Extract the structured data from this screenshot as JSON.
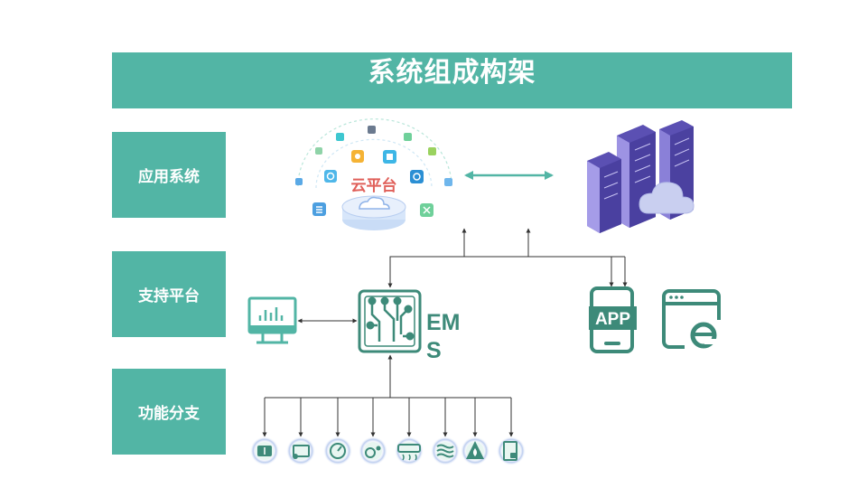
{
  "title": "系统组成构架",
  "layers": {
    "app": "应用系统",
    "support": "支持平台",
    "function": "功能分支"
  },
  "cloud": {
    "label": "云平台",
    "icons": [
      "grid-icon",
      "chat-icon",
      "settings-icon",
      "layout-icon",
      "wallet-icon",
      "flower-icon",
      "search-icon",
      "shield-icon",
      "user-icon",
      "wifi-icon",
      "menu-icon",
      "swap-icon",
      "cloud-icon"
    ]
  },
  "ems": {
    "label": "EMS"
  },
  "app_badge": "APP",
  "colors": {
    "primary": "#52b5a5",
    "dark_green": "#3d8a79",
    "server": "#6e63c4",
    "cloud_label": "#e0605a",
    "arrow": "#333333"
  },
  "device_icons": [
    "battery-icon",
    "pcs-icon",
    "meter-icon",
    "relay-icon",
    "ac-icon",
    "liquid-cooling-icon",
    "fire-protection-icon",
    "door-lock-icon"
  ]
}
